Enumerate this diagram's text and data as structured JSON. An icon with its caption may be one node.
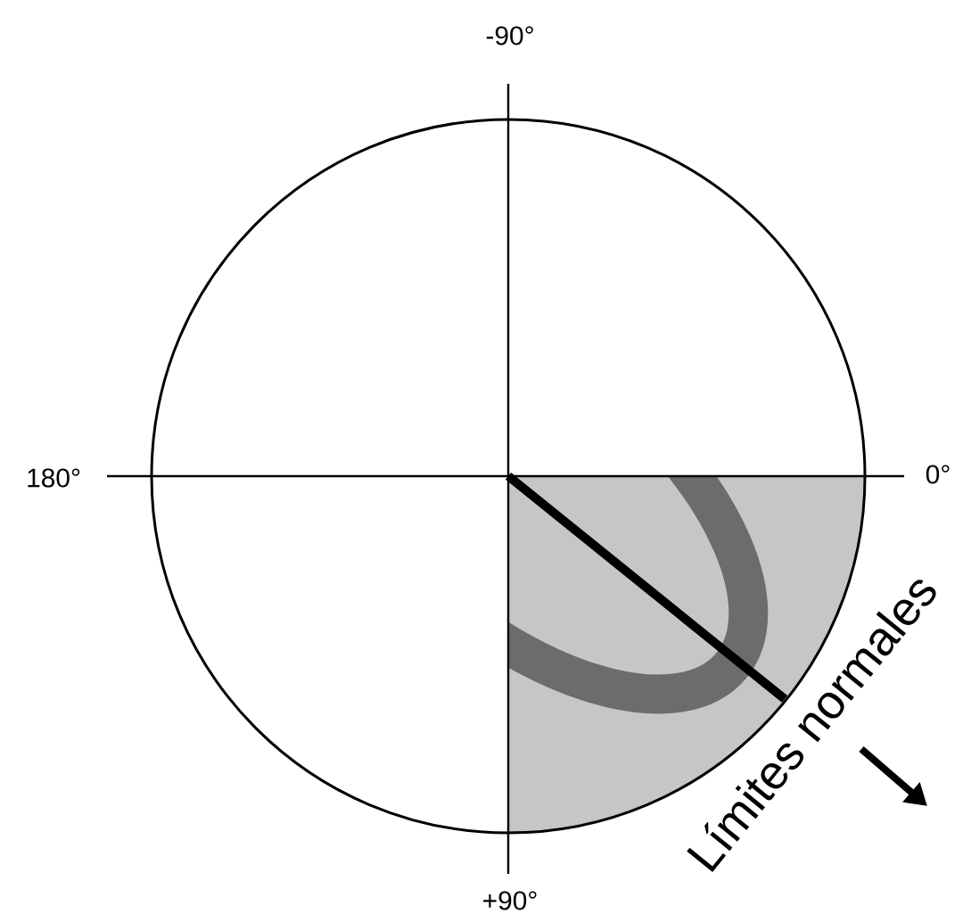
{
  "diagram": {
    "labels": [
      "-90°",
      "180°",
      "0°",
      "+90°",
      "Límites normales"
    ]
  }
}
